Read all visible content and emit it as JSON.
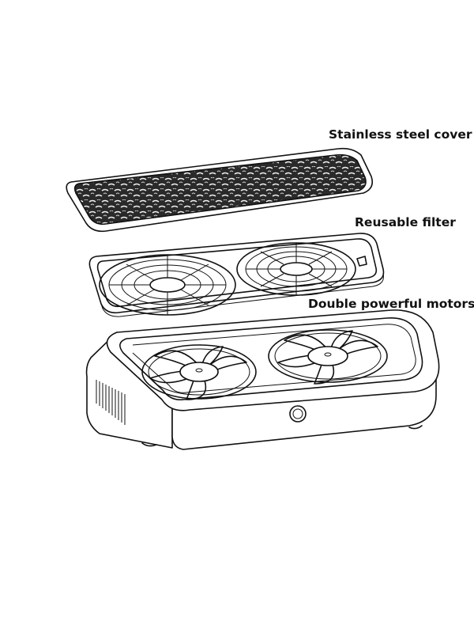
{
  "labels": {
    "cover": "Stainless steel cover",
    "filter": "Reusable filter",
    "motors": "Double powerful motors"
  },
  "colors": {
    "line": "#111111",
    "background": "#ffffff"
  }
}
